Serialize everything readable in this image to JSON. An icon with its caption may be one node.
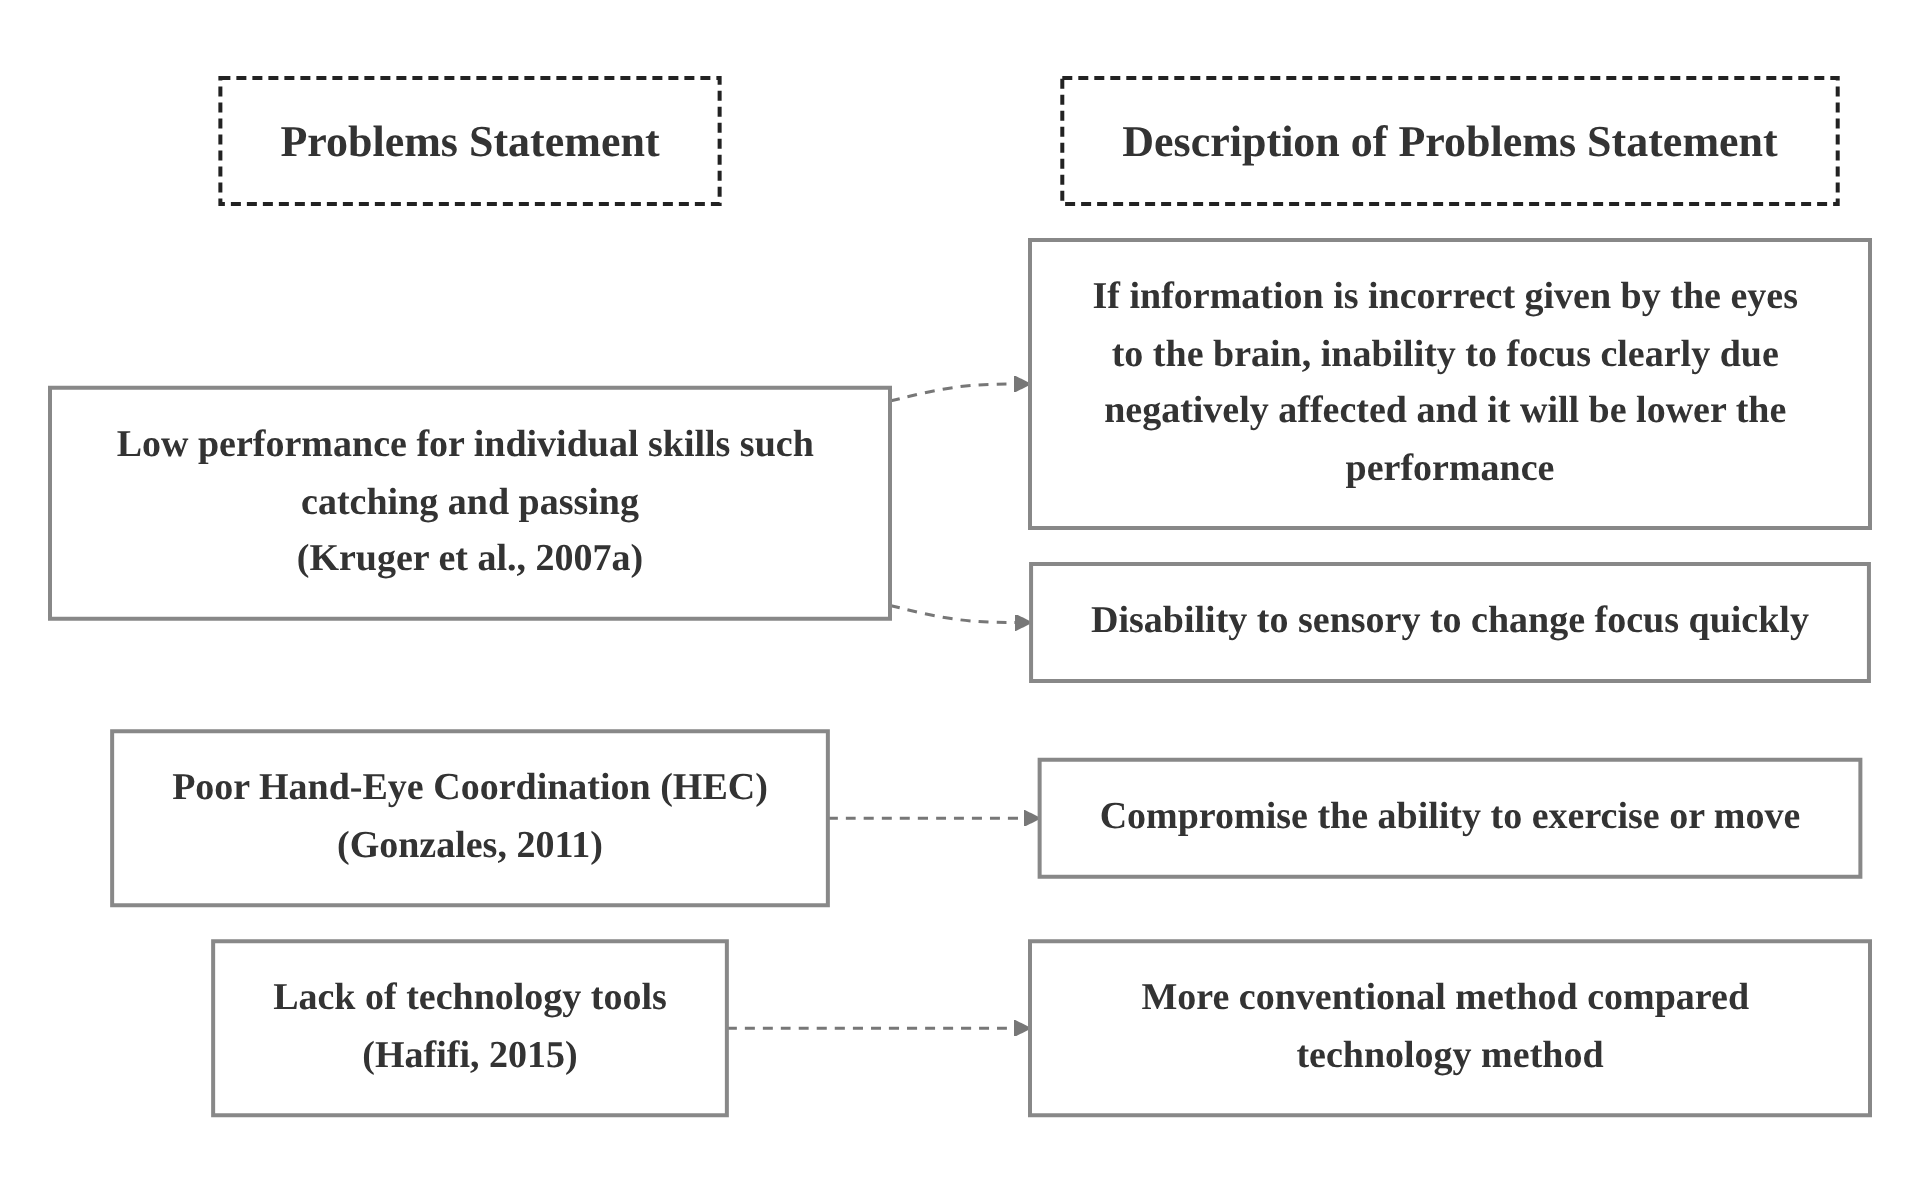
{
  "diagram": {
    "nodes": [
      {
        "text": [
          "Problems Statement"
        ]
      },
      {
        "text": [
          "Description of Problems Statement"
        ]
      },
      {
        "text": [
          "Low performance for individual skills such catching and passing",
          "(Kruger et al., 2007a)"
        ]
      },
      {
        "text": [
          "If information is incorrect given by the eyes to the brain, inability to focus clearly due negatively affected and it will be lower the performance"
        ]
      },
      {
        "text": [
          "Disability to sensory to change focus quickly"
        ]
      },
      {
        "text": [
          "Poor Hand-Eye Coordination (HEC)",
          "(Gonzales, 2011)"
        ]
      },
      {
        "text": [
          "Compromise the ability to exercise or move"
        ]
      },
      {
        "text": [
          "Lack of technology tools",
          "(Hafifi, 2015)"
        ]
      },
      {
        "text": [
          "More conventional method compared technology method"
        ]
      }
    ],
    "edges": [
      {
        "from": 2,
        "to": 3,
        "arrow": "to",
        "style": "dashed"
      },
      {
        "from": 2,
        "to": 4,
        "arrow": "to",
        "style": "dashed"
      },
      {
        "from": 5,
        "to": 6,
        "arrow": "to",
        "style": "dashed"
      },
      {
        "from": 7,
        "to": 8,
        "arrow": "to",
        "style": "dashed"
      }
    ]
  }
}
